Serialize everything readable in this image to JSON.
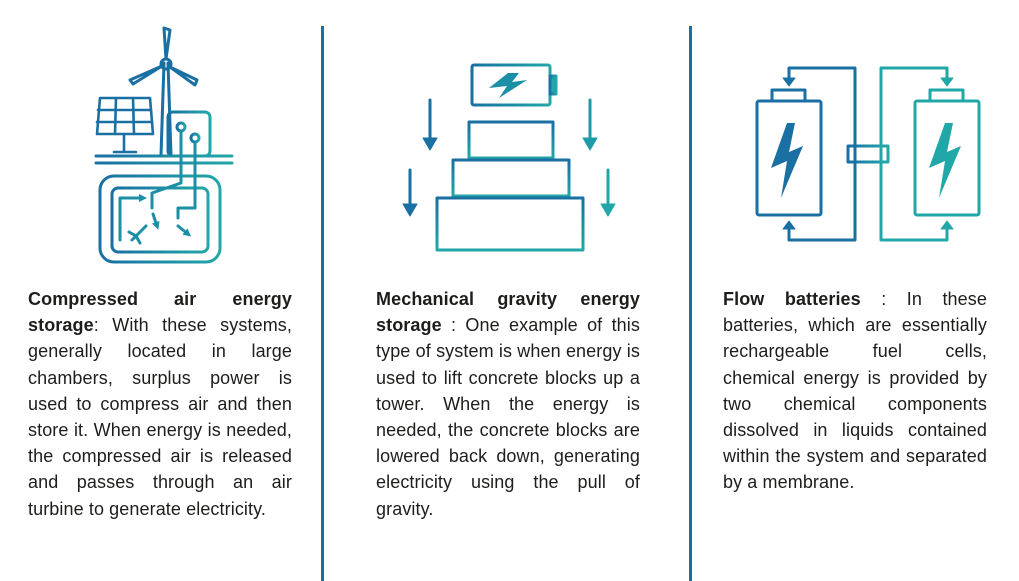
{
  "colors": {
    "blue": "#1a6fa3",
    "teal": "#22a7a8",
    "divider": "#1a6fa3",
    "text": "#1d1d1b"
  },
  "panels": [
    {
      "icon": "compressed-air-storage-icon",
      "title": "Compressed air energy storage",
      "body": ": With these systems, generally located in large chambers, surplus power is used to compress air and then store it. When energy is needed, the compressed air is released and passes through an air turbine to generate electricity."
    },
    {
      "icon": "gravity-storage-icon",
      "title": "Mechanical gravity energy storage",
      "body": " : One example of this type of system is when energy is used to lift concrete blocks up a tower. When the energy is needed, the concrete blocks are lowered back down, generating electricity using the pull of gravity."
    },
    {
      "icon": "flow-battery-icon",
      "title": "Flow batteries",
      "body": " : In these batteries, which are essen­tially rechargeable fuel cells, chemical energy is provided by two chemical compo­nents dissolved in liquids contained within the system and separated by a mem­brane."
    }
  ]
}
